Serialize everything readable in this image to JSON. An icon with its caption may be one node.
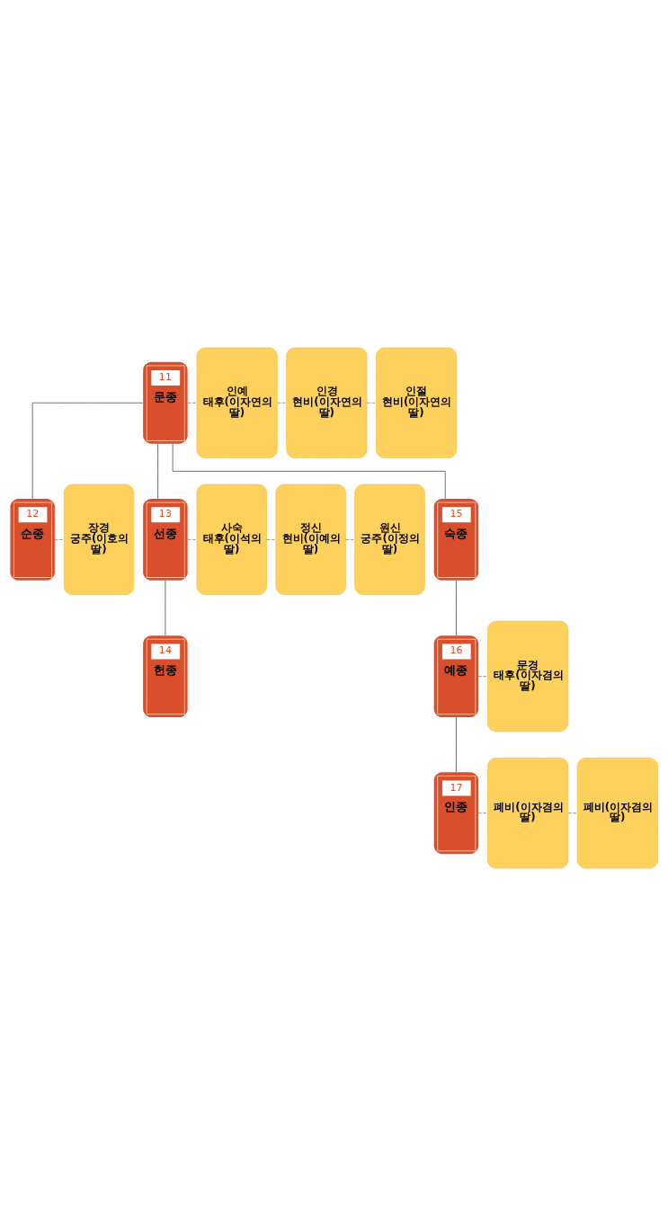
{
  "diagram": {
    "nodes": [
      {
        "text": [
          "11",
          "문종"
        ]
      },
      {
        "text": [
          "인예 태후(이자연의 딸)"
        ]
      },
      {
        "text": [
          "인경 현비(이자연의 딸)"
        ]
      },
      {
        "text": [
          "인절 현비(이자연의 딸)"
        ]
      },
      {
        "text": [
          "12",
          "순종"
        ]
      },
      {
        "text": [
          "장경 궁주(이호의 딸)"
        ]
      },
      {
        "text": [
          "13",
          "선종"
        ]
      },
      {
        "text": [
          "사숙 태후(이석의 딸)"
        ]
      },
      {
        "text": [
          "정신 현비(이예의 딸)"
        ]
      },
      {
        "text": [
          "원신 궁주(이정의 딸)"
        ]
      },
      {
        "text": [
          "15",
          "숙종"
        ]
      },
      {
        "text": [
          "14",
          "헌종"
        ]
      },
      {
        "text": [
          "16",
          "예종"
        ]
      },
      {
        "text": [
          "문경 태후(이자겸의 딸)"
        ]
      },
      {
        "text": [
          "17",
          "인종"
        ]
      },
      {
        "text": [
          "폐비(이자겸의 딸)"
        ]
      },
      {
        "text": [
          "폐비(이자겸의 딸)"
        ]
      }
    ],
    "edges": [
      {
        "from": 0,
        "to": 1,
        "arrow": "none",
        "style": "dashed"
      },
      {
        "from": 1,
        "to": 2,
        "arrow": "none",
        "style": "dashed"
      },
      {
        "from": 2,
        "to": 3,
        "arrow": "none",
        "style": "dashed"
      },
      {
        "from": 0,
        "to": 4,
        "arrow": "none"
      },
      {
        "from": 0,
        "to": 6,
        "arrow": "none"
      },
      {
        "from": 0,
        "to": 10,
        "arrow": "none"
      },
      {
        "from": 4,
        "to": 5,
        "arrow": "none",
        "style": "dashed"
      },
      {
        "from": 6,
        "to": 7,
        "arrow": "none",
        "style": "dashed"
      },
      {
        "from": 7,
        "to": 8,
        "arrow": "none",
        "style": "dashed"
      },
      {
        "from": 8,
        "to": 9,
        "arrow": "none",
        "style": "dashed"
      },
      {
        "from": 6,
        "to": 11,
        "arrow": "none"
      },
      {
        "from": 10,
        "to": 12,
        "arrow": "none"
      },
      {
        "from": 12,
        "to": 13,
        "arrow": "none",
        "style": "dashed"
      },
      {
        "from": 12,
        "to": 14,
        "arrow": "none"
      },
      {
        "from": 14,
        "to": 15,
        "arrow": "none",
        "style": "dashed"
      },
      {
        "from": 15,
        "to": 16,
        "arrow": "none",
        "style": "dashed"
      }
    ]
  }
}
